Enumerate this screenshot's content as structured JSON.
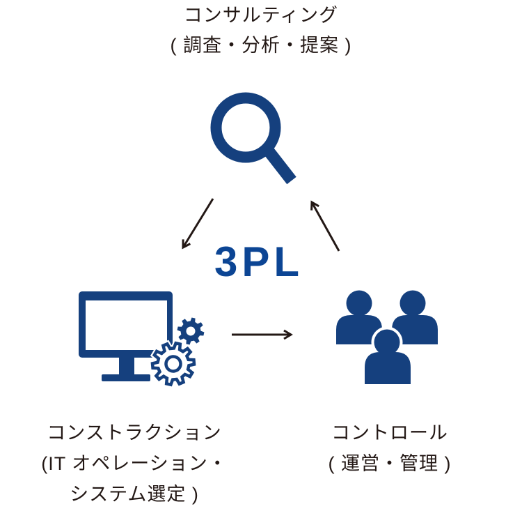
{
  "colors": {
    "icon_blue": "#15407E",
    "accent_blue": "#0C4594",
    "ink": "#231815",
    "bg": "#FFFFFF"
  },
  "center": {
    "label": "3PL"
  },
  "nodes": {
    "consulting": {
      "title": "コンサルティング",
      "subtitle": "( 調査・分析・提案 )",
      "icon": "magnifier-icon"
    },
    "construction": {
      "title": "コンストラクション",
      "subtitle_line1": "(IT オペレーション・",
      "subtitle_line2": "システム選定 )",
      "icon": "monitor-gears-icon"
    },
    "control": {
      "title": "コントロール",
      "subtitle": "( 運営・管理 )",
      "icon": "people-icon"
    }
  },
  "flow": [
    "consulting-to-construction",
    "construction-to-control",
    "control-to-consulting"
  ]
}
